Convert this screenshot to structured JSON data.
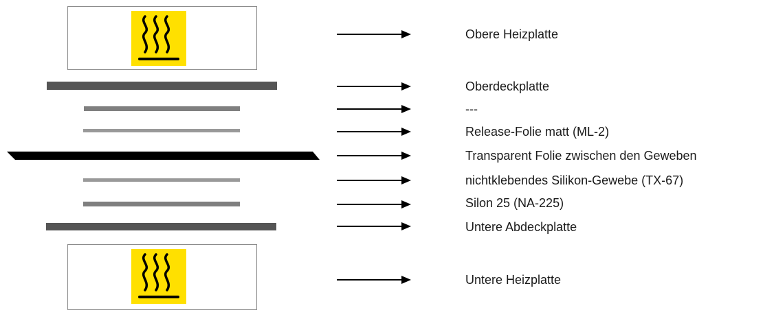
{
  "diagram": {
    "top_plate": {
      "label": "Obere Heizplatte",
      "icon": "hot-surface-warning-icon"
    },
    "layers": [
      {
        "id": "upper-cover",
        "label": "Oberdeckplatte",
        "color": "#555555"
      },
      {
        "id": "unnamed",
        "label": "---",
        "color": "#7f7f7f"
      },
      {
        "id": "release-film",
        "label": "Release-Folie matt (ML-2)",
        "color": "#999999"
      },
      {
        "id": "transparent-film",
        "label": "Transparent Folie zwischen den Geweben",
        "color": "#000000"
      },
      {
        "id": "silicone-fabric",
        "label": "nichtklebendes Silikon-Gewebe (TX-67)",
        "color": "#999999"
      },
      {
        "id": "silon",
        "label": "Silon 25 (NA-225)",
        "color": "#7f7f7f"
      },
      {
        "id": "lower-cover",
        "label": "Untere Abdeckplatte",
        "color": "#555555"
      }
    ],
    "bottom_plate": {
      "label": "Untere Heizplatte",
      "icon": "hot-surface-warning-icon"
    },
    "colors": {
      "warning_yellow": "#ffe000",
      "arrow": "#000000",
      "box_border": "#8c8c8c"
    }
  }
}
